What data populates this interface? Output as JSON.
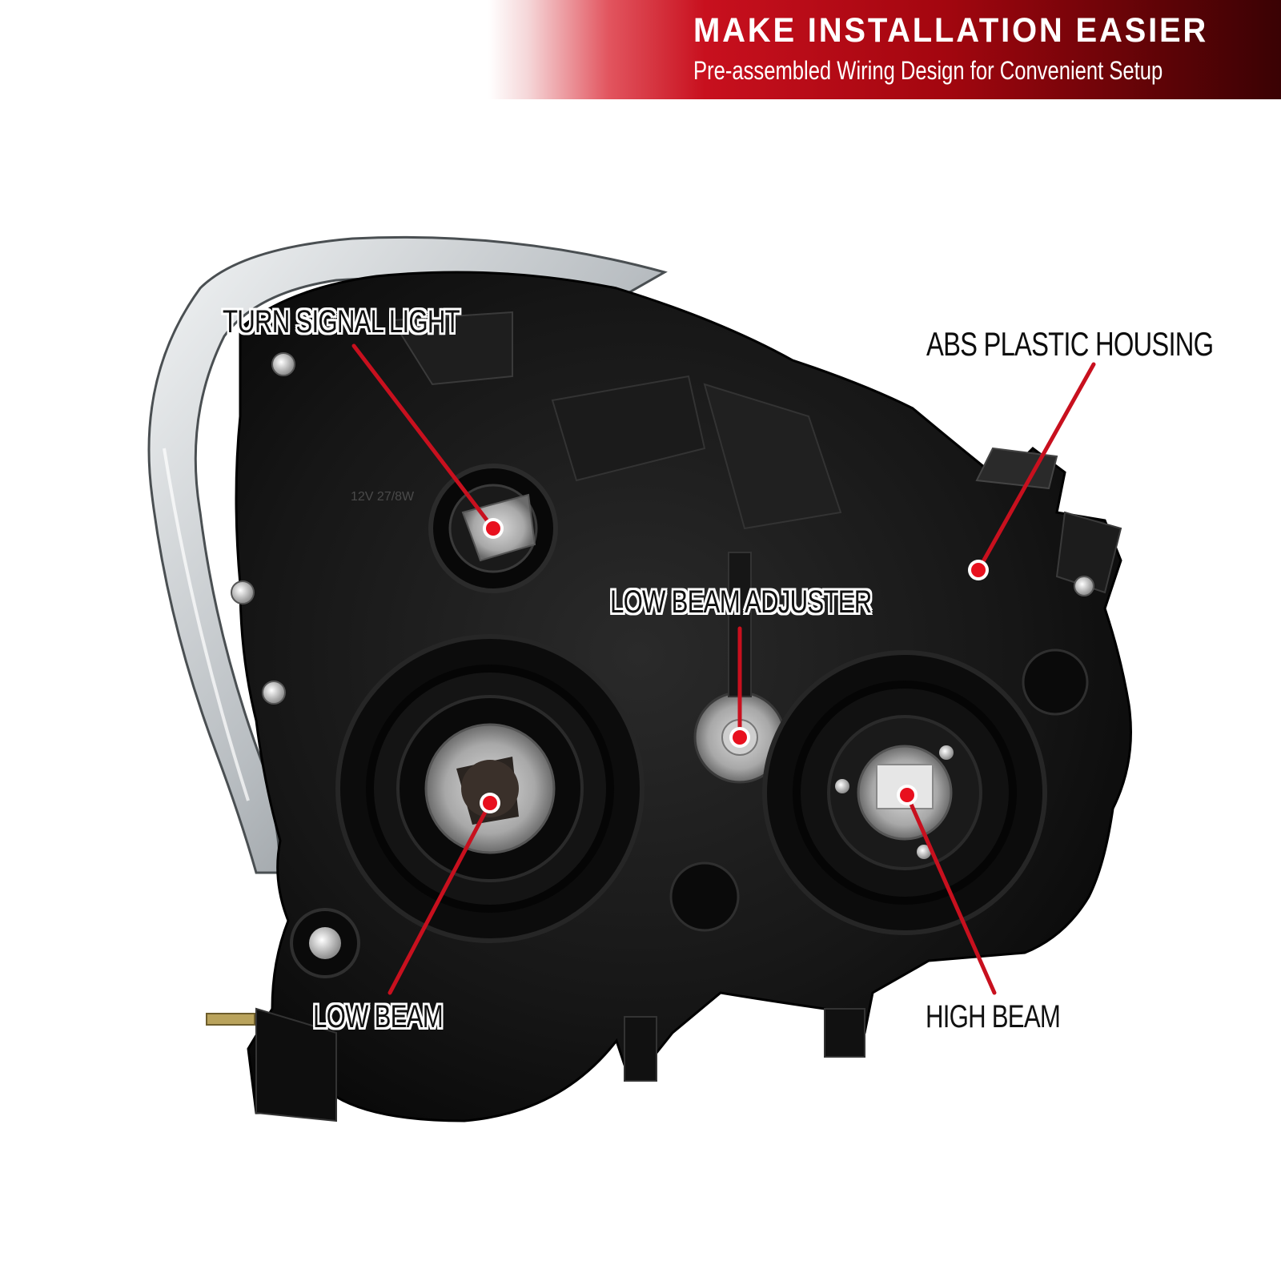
{
  "banner": {
    "title": "MAKE INSTALLATION EASIER",
    "subtitle": "Pre-assembled Wiring Design for Convenient Setup",
    "colors": {
      "light_red": "#e2555f",
      "red": "#c8101e",
      "dark_red": "#3a0204"
    }
  },
  "product": {
    "name": "headlight-assembly-rear-view",
    "lamp_label": "12V 27/8W"
  },
  "callouts": {
    "turn_signal": "TURN SIGNAL LIGHT",
    "abs_housing": "ABS PLASTIC HOUSING",
    "low_beam_adjuster": "LOW BEAM ADJUSTER",
    "low_beam": "LOW BEAM",
    "high_beam": "HIGH BEAM"
  },
  "colors": {
    "marker": "#e8101e",
    "housing": "#151515",
    "lens": "#d9dde0"
  }
}
